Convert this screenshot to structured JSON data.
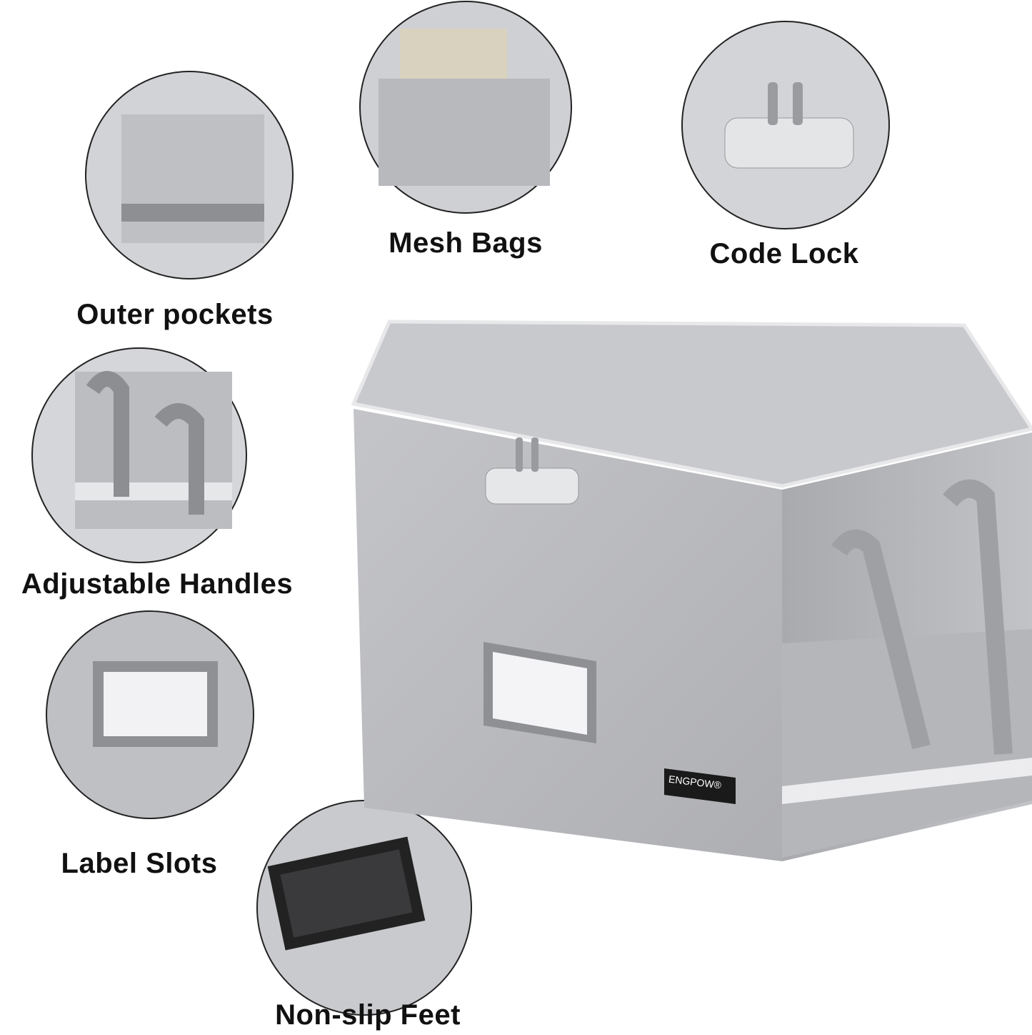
{
  "features": [
    {
      "label": "Outer pockets"
    },
    {
      "label": "Mesh Bags"
    },
    {
      "label": "Code Lock"
    },
    {
      "label": "Adjustable Handles"
    },
    {
      "label": "Label Slots"
    },
    {
      "label": "Non-slip Feet"
    }
  ],
  "brand": {
    "logo_text": "ENGPOW®"
  },
  "colors": {
    "product": "#b9babe",
    "text": "#111111"
  }
}
